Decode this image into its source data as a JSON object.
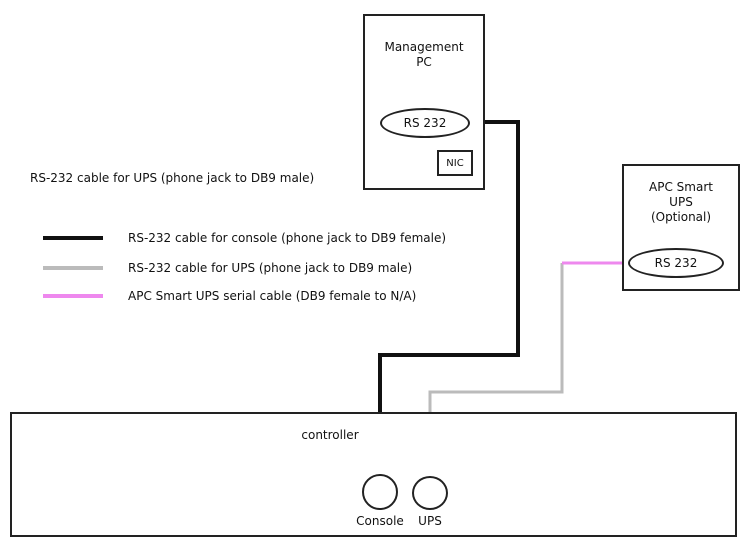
{
  "management_pc": {
    "title": "Management\nPC",
    "rs232_label": "RS 232",
    "nic_label": "NIC"
  },
  "top_note": "RS-232 cable for UPS (phone jack to DB9 male)",
  "ups": {
    "title": "APC Smart\nUPS\n(Optional)",
    "rs232_label": "RS 232"
  },
  "legend": [
    {
      "text": "RS-232 cable for console (phone jack to DB9 female)",
      "color": "#111111"
    },
    {
      "text": "RS-232 cable for UPS (phone jack to DB9 male)",
      "color": "#bbbbbb"
    },
    {
      "text": "APC Smart UPS serial cable (DB9 female to N/A)",
      "color": "#ee88ee"
    }
  ],
  "controller": {
    "title": "controller",
    "console_label": "Console",
    "ups_label": "UPS"
  }
}
